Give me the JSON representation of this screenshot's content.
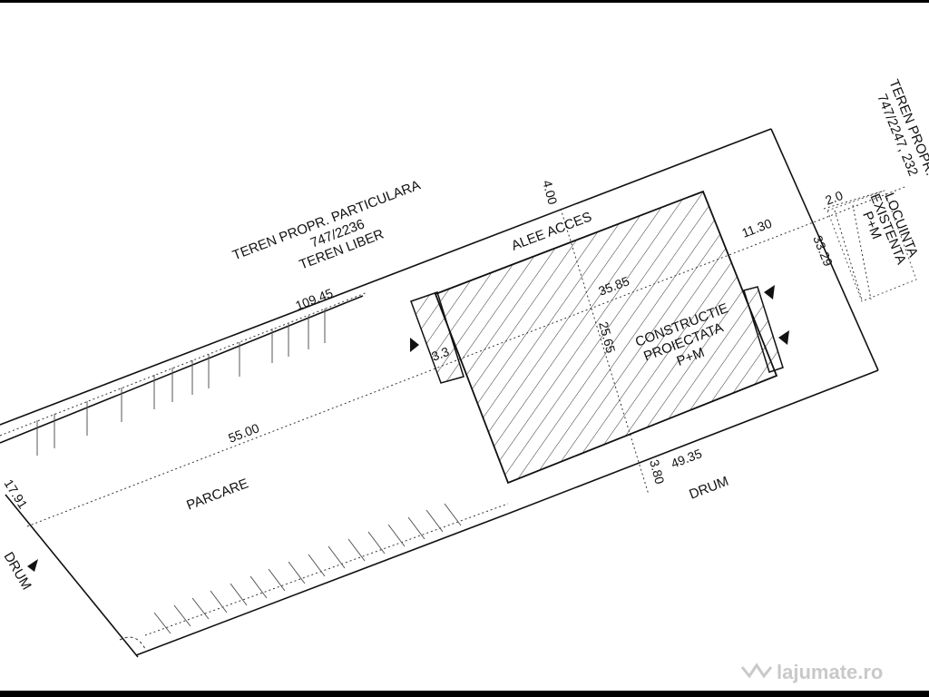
{
  "labels": {
    "neighbor_top_1": "TEREN PROPR. PARTICULARA",
    "neighbor_top_2": "747/2236",
    "neighbor_top_3": "TEREN LIBER",
    "neighbor_right_1": "TEREN PROPR. P",
    "neighbor_right_2": "747/2247, 232",
    "existing_1": "LOCUINTA",
    "existing_2": "EXISTENTA",
    "existing_3": "P+M",
    "access": "ALEE ACCES",
    "building_1": "CONSTRUCTIE",
    "building_2": "PROIECTATA",
    "building_3": "P+M",
    "parking": "PARCARE",
    "road_bottom": "DRUM",
    "road_left": "DRUM"
  },
  "dimensions": {
    "top_edge": "109.45",
    "to_building_top": "4.00",
    "right_gap": "11.30",
    "right_small": "2.0",
    "right_edge": "33.29",
    "building_length": "35.85",
    "building_width": "25.65",
    "left_annex": "3.3",
    "parking_length": "55.00",
    "bottom_right": "49.35",
    "to_building_bottom": "3.80",
    "left_edge": "17.91"
  },
  "watermark": "lajumate.ro",
  "colors": {
    "line": "#111111",
    "background": "#ffffff",
    "frame": "#000000",
    "watermark": "#c9c9c9"
  }
}
